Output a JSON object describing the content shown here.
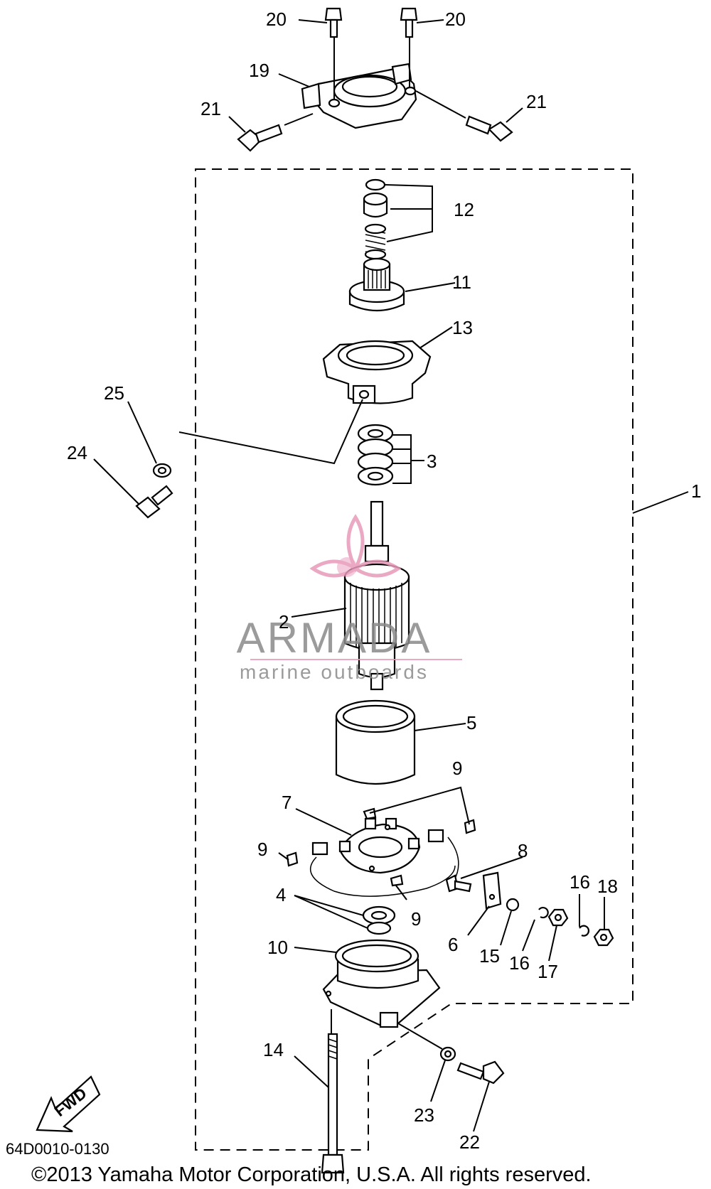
{
  "diagram_code": "64D0010-0130",
  "copyright": "©2013 Yamaha Motor Corporation, U.S.A. All rights reserved.",
  "fwd_label": "FWD",
  "watermark": {
    "brand": "ARMADA",
    "tagline": "marine outboards",
    "accent_color": "#e89ab9",
    "text_color": "#8a8a8a"
  },
  "callouts": [
    "1",
    "2",
    "3",
    "4",
    "5",
    "6",
    "7",
    "8",
    "9",
    "10",
    "11",
    "12",
    "13",
    "14",
    "15",
    "16",
    "17",
    "18",
    "19",
    "20",
    "21",
    "22",
    "23",
    "24",
    "25"
  ],
  "labels": {
    "c20a": "20",
    "c20b": "20",
    "c19": "19",
    "c21a": "21",
    "c21b": "21",
    "c12": "12",
    "c11": "11",
    "c13": "13",
    "c25": "25",
    "c24": "24",
    "c3": "3",
    "c1": "1",
    "c2": "2",
    "c5": "5",
    "c9a": "9",
    "c7": "7",
    "c9b": "9",
    "c8": "8",
    "c16a": "16",
    "c18": "18",
    "c4": "4",
    "c9c": "9",
    "c6": "6",
    "c15": "15",
    "c16b": "16",
    "c17": "17",
    "c10": "10",
    "c14": "14",
    "c23": "23",
    "c22": "22"
  }
}
